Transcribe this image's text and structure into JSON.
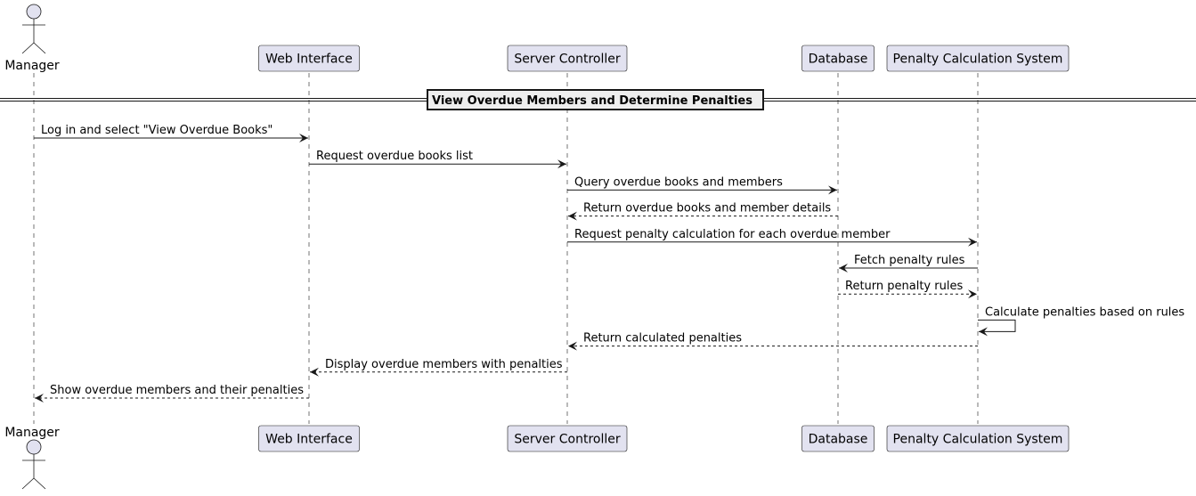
{
  "diagram": {
    "type": "sequence",
    "colors": {
      "participant_fill": "#E2E2F0",
      "participant_stroke": "#181818",
      "lifeline": "#181818",
      "arrow": "#181818",
      "divider_fill": "#EEEEEE"
    },
    "participants": [
      {
        "id": "manager",
        "label": "Manager",
        "kind": "actor"
      },
      {
        "id": "web",
        "label": "Web Interface",
        "kind": "box"
      },
      {
        "id": "server",
        "label": "Server Controller",
        "kind": "box"
      },
      {
        "id": "db",
        "label": "Database",
        "kind": "box"
      },
      {
        "id": "penalty",
        "label": "Penalty Calculation System",
        "kind": "box"
      }
    ],
    "divider": "View Overdue Members and Determine Penalties",
    "messages": [
      {
        "from": "manager",
        "to": "web",
        "label": "Log in and select \"View Overdue Books\"",
        "style": "solid"
      },
      {
        "from": "web",
        "to": "server",
        "label": "Request overdue books list",
        "style": "solid"
      },
      {
        "from": "server",
        "to": "db",
        "label": "Query overdue books and members",
        "style": "solid"
      },
      {
        "from": "db",
        "to": "server",
        "label": "Return overdue books and member details",
        "style": "dashed"
      },
      {
        "from": "server",
        "to": "penalty",
        "label": "Request penalty calculation for each overdue member",
        "style": "solid"
      },
      {
        "from": "penalty",
        "to": "db",
        "label": "Fetch penalty rules",
        "style": "solid"
      },
      {
        "from": "db",
        "to": "penalty",
        "label": "Return penalty rules",
        "style": "dashed"
      },
      {
        "from": "penalty",
        "to": "penalty",
        "label": "Calculate penalties based on rules",
        "style": "solid"
      },
      {
        "from": "penalty",
        "to": "server",
        "label": "Return calculated penalties",
        "style": "dashed"
      },
      {
        "from": "server",
        "to": "web",
        "label": "Display overdue members with penalties",
        "style": "dashed"
      },
      {
        "from": "web",
        "to": "manager",
        "label": "Show overdue members and their penalties",
        "style": "dashed"
      }
    ]
  }
}
